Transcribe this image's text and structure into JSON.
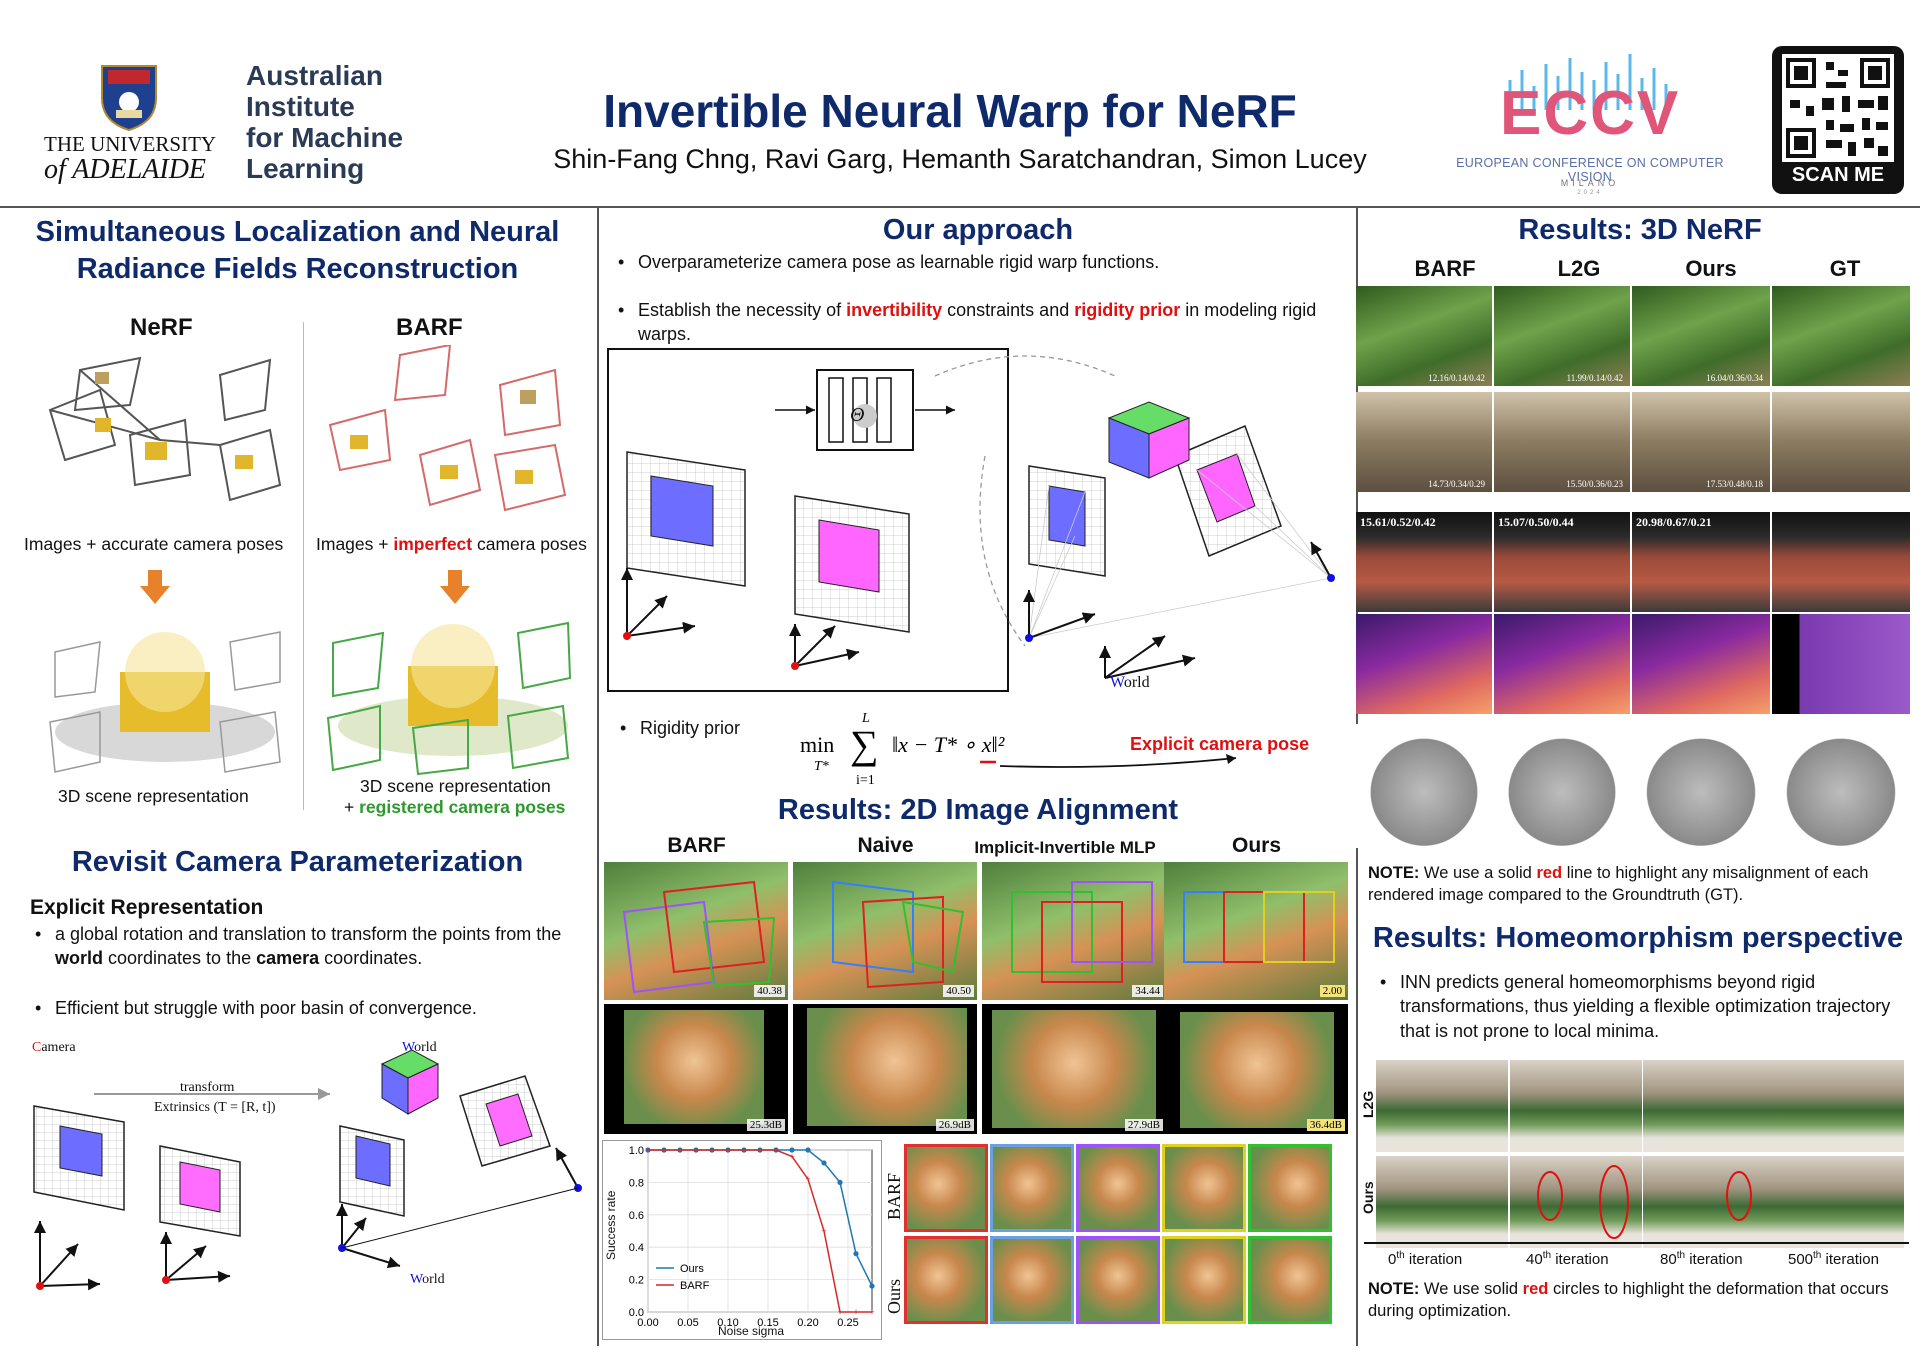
{
  "header": {
    "university": {
      "line1": "THE UNIVERSITY",
      "line2": "of ADELAIDE"
    },
    "aiml": {
      "line1": "Australian",
      "line2": "Institute",
      "line3": "for Machine",
      "line4": "Learning"
    },
    "title": "Invertible Neural Warp for NeRF",
    "authors": "Shin-Fang Chng, Ravi Garg, Hemanth Saratchandran, Simon Lucey",
    "eccv": {
      "logo": "ECCV",
      "subtitle": "EUROPEAN CONFERENCE ON COMPUTER VISION",
      "city": "MILANO",
      "year": "2024"
    },
    "qr": {
      "label": "SCAN ME"
    }
  },
  "left": {
    "section1_title": "Simultaneous Localization and Neural Radiance Fields Reconstruction",
    "nerf": {
      "title": "NeRF",
      "caption": "Images + accurate camera poses",
      "result": "3D scene representation"
    },
    "barf": {
      "title": "BARF",
      "caption_pre": "Images + ",
      "caption_em": "imperfect",
      "caption_post": " camera poses",
      "result1": "3D scene representation",
      "result2_pre": "+ ",
      "result2_em": "registered camera poses"
    },
    "section2_title": "Revisit Camera Parameterization",
    "explicit_title": "Explicit Representation",
    "bullet1_pre": "a global rotation and translation to transform the points from the ",
    "bullet1_world": "world",
    "bullet1_mid": " coordinates to the ",
    "bullet1_camera": "camera",
    "bullet1_post": " coordinates.",
    "bullet2": "Efficient but struggle with poor basin of convergence.",
    "diagram": {
      "camera_c": "C",
      "camera_rest": "amera",
      "world_w": "W",
      "world_rest": "orld",
      "transform": "transform",
      "extrinsics": "Extrinsics (T = [R, t])",
      "world_bottom_w": "W",
      "world_bottom_rest": "orld"
    }
  },
  "middle": {
    "title": "Our approach",
    "bullet1": "Overparameterize camera pose as learnable rigid warp functions.",
    "bullet2_pre": "Establish the necessity of ",
    "bullet2_em1": "invertibility",
    "bullet2_mid": " constraints and ",
    "bullet2_em2": "rigidity prior",
    "bullet2_post": " in modeling rigid warps.",
    "diagram": {
      "theta": "Θ",
      "world_w": "W",
      "world_rest": "orld"
    },
    "rigidity_label": "Rigidity prior",
    "explicit_pose": "Explicit camera pose",
    "results2d_title": "Results: 2D Image Alignment",
    "cols": [
      "BARF",
      "Naive",
      "Implicit-Invertible MLP",
      "Ours"
    ],
    "scores_top": [
      "40.38",
      "40.50",
      "34.44",
      "2.00"
    ],
    "scores_bottom": [
      "25.3dB",
      "26.9dB",
      "27.9dB",
      "36.4dB"
    ],
    "strip_labels": [
      "BARF",
      "Ours"
    ]
  },
  "right": {
    "title_3d": "Results: 3D NeRF",
    "cols": [
      "BARF",
      "L2G",
      "Ours",
      "GT"
    ],
    "row1_scores": [
      "12.16/0.14/0.42",
      "11.99/0.14/0.42",
      "16.04/0.36/0.34"
    ],
    "row2_scores": [
      "14.73/0.34/0.29",
      "15.50/0.36/0.23",
      "17.53/0.48/0.18"
    ],
    "row3_scores": [
      "15.61/0.52/0.42",
      "15.07/0.50/0.44",
      "20.98/0.67/0.21"
    ],
    "note1_label": "NOTE:",
    "note1_pre": " We use a solid ",
    "note1_em": "red",
    "note1_post": " line to highlight any misalignment of each rendered image compared to the Groundtruth (GT).",
    "title_homeo": "Results: Homeomorphism perspective",
    "homeo_bullet": "INN predicts general homeomorphisms beyond rigid transformations, thus yielding a flexible optimization trajectory that is not prone to local minima.",
    "row_labels": [
      "L2G",
      "Ours"
    ],
    "iterations": [
      {
        "num": "0",
        "sup": "th",
        "word": " iteration"
      },
      {
        "num": "40",
        "sup": "th",
        "word": " iteration"
      },
      {
        "num": "80",
        "sup": "th",
        "word": " iteration"
      },
      {
        "num": "500",
        "sup": "th",
        "word": " iteration"
      }
    ],
    "note2_label": "NOTE:",
    "note2_pre": " We use solid ",
    "note2_em": "red",
    "note2_post": " circles to highlight the deformation that occurs during optimization."
  },
  "chart_data": {
    "type": "line",
    "xlabel": "Noise sigma",
    "ylabel": "Success rate",
    "xlim": [
      0.0,
      0.28
    ],
    "ylim": [
      0.0,
      1.0
    ],
    "xticks": [
      "0.00",
      "0.05",
      "0.10",
      "0.15",
      "0.20",
      "0.25"
    ],
    "yticks": [
      "0.0",
      "0.2",
      "0.4",
      "0.6",
      "0.8",
      "1.0"
    ],
    "grid": true,
    "legend": "bottom-left",
    "series": [
      {
        "name": "Ours",
        "color": "#1f77b4",
        "x": [
          0.0,
          0.02,
          0.04,
          0.06,
          0.08,
          0.1,
          0.12,
          0.14,
          0.16,
          0.18,
          0.2,
          0.22,
          0.24,
          0.26,
          0.28
        ],
        "y": [
          1.0,
          1.0,
          1.0,
          1.0,
          1.0,
          1.0,
          1.0,
          1.0,
          1.0,
          1.0,
          1.0,
          0.92,
          0.8,
          0.36,
          0.16
        ]
      },
      {
        "name": "BARF",
        "color": "#d62728",
        "x": [
          0.0,
          0.02,
          0.04,
          0.06,
          0.08,
          0.1,
          0.12,
          0.14,
          0.16,
          0.18,
          0.2,
          0.22,
          0.24,
          0.26,
          0.28
        ],
        "y": [
          1.0,
          1.0,
          1.0,
          1.0,
          1.0,
          1.0,
          1.0,
          1.0,
          1.0,
          0.96,
          0.82,
          0.5,
          0.0,
          0.0,
          0.0
        ]
      }
    ]
  }
}
